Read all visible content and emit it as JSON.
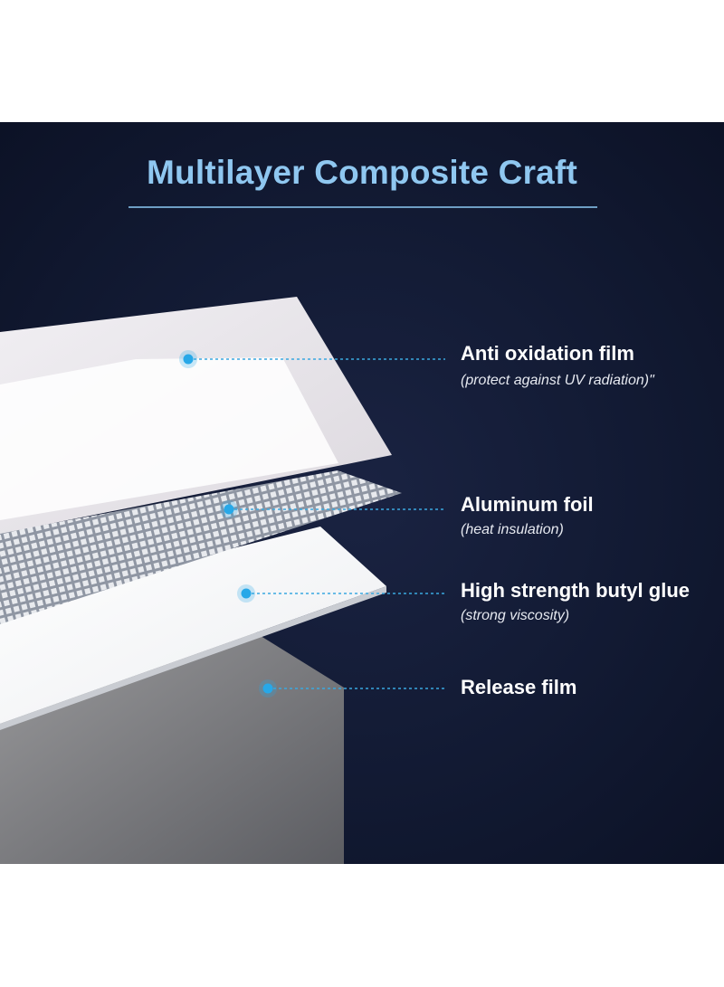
{
  "title": "Multilayer Composite Craft",
  "colors": {
    "panel_bg": "#121a33",
    "title": "#8fc7f0",
    "callout_dot": "#27a8e8",
    "callout_line": "#3aa8e0"
  },
  "layers": [
    {
      "label": "Anti oxidation film",
      "sub": "(protect against UV radiation)\""
    },
    {
      "label": "Aluminum foil",
      "sub": "(heat insulation)"
    },
    {
      "label": "High strength butyl glue",
      "sub": "(strong viscosity)"
    },
    {
      "label": "Release film",
      "sub": ""
    }
  ]
}
